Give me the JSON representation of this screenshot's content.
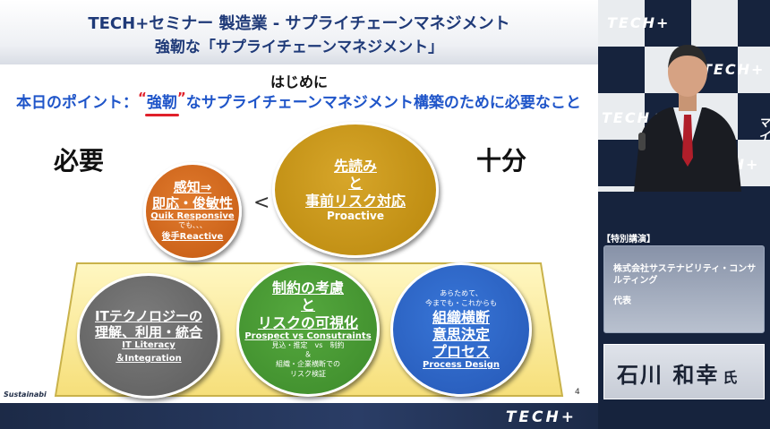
{
  "slide": {
    "header_line1": "TECH+セミナー 製造業 - サプライチェーンマネジメント",
    "header_line2": "強靭な「サプライチェーンマネジメント」",
    "intro": "はじめに",
    "point_prefix": "本日のポイント：",
    "point_quote_open": "“",
    "point_keyword": "強靭",
    "point_quote_close": "”",
    "point_suffix": "なサプライチェーンマネジメント構築のために必要なこと",
    "need_label": "必要",
    "sufficient_label": "十分",
    "less_than": "<",
    "circle_sense": {
      "line1": "感知⇒",
      "line2": "即応・俊敏性",
      "en": "Quik Responsive",
      "note1": "でも、、、",
      "note2_jp": "後手",
      "note2_en": "Reactive",
      "color": "#c55a12"
    },
    "circle_proactive": {
      "line1": "先読み",
      "line2": "と",
      "line3": "事前リスク対応",
      "en": "Proactive",
      "color": "#b8860b"
    },
    "circle_it": {
      "line1": "ITテクノロジーの",
      "line2": "理解、利用・統合",
      "en1": "IT Literacy",
      "en2": "＆Integration",
      "color": "#5b5b5b"
    },
    "circle_constraints": {
      "line1": "制約の考慮",
      "line2": "と",
      "line3": "リスクの可視化",
      "en": "Prospect vs Consutraints",
      "note1": "見込・推定　vs　制約",
      "note2": "＆",
      "note3": "組織・企業横断での",
      "note4": "リスク検証",
      "color": "#3c8a2a"
    },
    "circle_process": {
      "note1": "あらためて、",
      "note2": "今までも・これからも",
      "line1": "組織横断",
      "line2": "意思決定",
      "line3": "プロセス",
      "en": "Process Design",
      "color": "#2557b5"
    },
    "page_number": "4",
    "footer_left": "Sustainabi",
    "footer_logo": "TECH+"
  },
  "speaker": {
    "wall_logo": "TECH+",
    "wall_logo_side": "マイ",
    "label_tag": "【特別講演】",
    "organization": "株式会社サステナビリティ・コンサルティング",
    "role": "代表",
    "name": "石川 和幸",
    "honorific": "氏"
  },
  "colors": {
    "brand_navy": "#1f3a78",
    "accent_red": "#e0202a",
    "accent_blue": "#1f55c9"
  }
}
